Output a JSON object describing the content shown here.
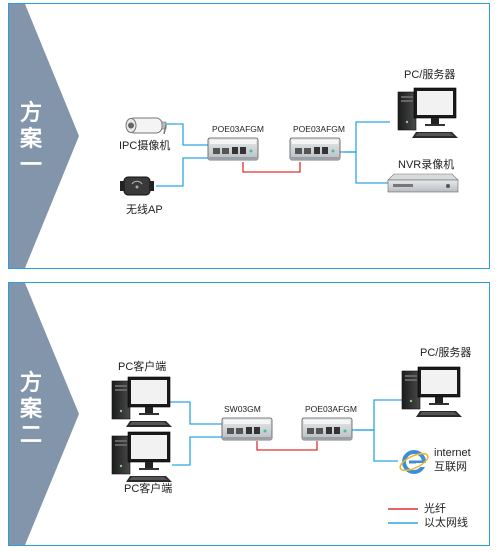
{
  "scheme1": {
    "title": [
      "方",
      "案",
      "一"
    ],
    "ipc_label": "IPC摄像机",
    "ap_label": "无线AP",
    "device1_label": "POE03AFGM",
    "device2_label": "POE03AFGM",
    "pc_label": "PC/服务器",
    "nvr_label": "NVR录像机"
  },
  "scheme2": {
    "title": [
      "方",
      "案",
      "二"
    ],
    "client1_label": "PC客户端",
    "client2_label": "PC客户端",
    "switch_label": "SW03GM",
    "device_label": "POE03AFGM",
    "pc_label": "PC/服务器",
    "internet_label_1": "internet",
    "internet_label_2": "互联网"
  },
  "legend": {
    "fiber_label": "光纤",
    "ethernet_label": "以太网线",
    "fiber_color": "#e03030",
    "ethernet_color": "#2aa8e0"
  },
  "colors": {
    "border": "#2a9fd8",
    "arrow": "#8395aa"
  }
}
